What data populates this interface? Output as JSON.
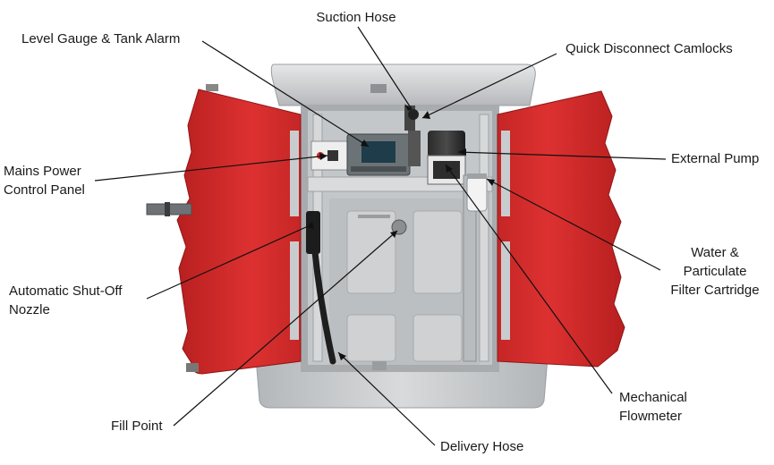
{
  "labels": {
    "suction_hose": "Suction Hose",
    "level_gauge": "Level Gauge & Tank Alarm",
    "camlocks": "Quick Disconnect Camlocks",
    "mains_power": [
      "Mains Power",
      "Control Panel"
    ],
    "external_pump": "External Pump",
    "filter": [
      "Water &",
      "Particulate",
      "Filter Cartridge"
    ],
    "nozzle": [
      "Automatic Shut-Off",
      "Nozzle"
    ],
    "flowmeter": [
      "Mechanical",
      "Flowmeter"
    ],
    "fill_point": "Fill Point",
    "delivery_hose": "Delivery Hose"
  },
  "colors": {
    "door_red": "#d42a2a",
    "tank_grey": "#c9ccce",
    "panel_grey": "#b9bcbe",
    "leader_line": "#111111"
  }
}
